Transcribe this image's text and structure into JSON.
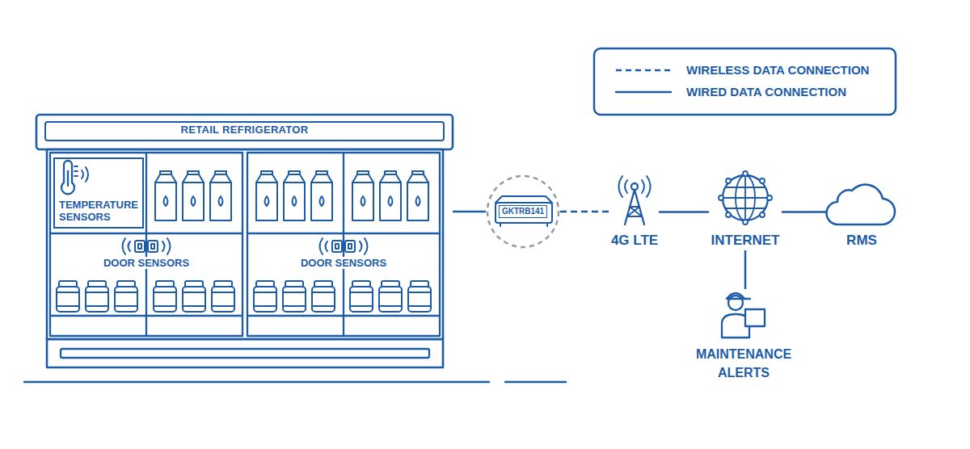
{
  "diagram": {
    "nodes": [
      {
        "text": [
          "RETAIL REFRIGERATOR"
        ]
      },
      {
        "text": [
          "TEMPERATURE SENSORS"
        ],
        "in": 0
      },
      {
        "text": [
          "GKTRB141"
        ]
      },
      {
        "text": [
          "4G LTE"
        ]
      },
      {
        "text": [
          "INTERNET"
        ]
      },
      {
        "text": [
          "RMS"
        ]
      },
      {
        "text": [
          "MAINTENANCE ALERTS"
        ]
      }
    ],
    "edges": [
      {
        "from": 0,
        "to": 2,
        "arrow": "none"
      },
      {
        "from": 2,
        "to": 3,
        "arrow": "none"
      },
      {
        "from": 3,
        "to": 4,
        "arrow": "none"
      },
      {
        "from": 4,
        "to": 5,
        "arrow": "none"
      },
      {
        "from": 4,
        "to": 6,
        "arrow": "none"
      }
    ],
    "labels": [
      "DOOR SENSORS",
      "DOOR SENSORS"
    ],
    "legend": [
      {
        "text": "WIRELESS DATA CONNECTION"
      },
      {
        "text": "WIRED DATA CONNECTION"
      }
    ]
  }
}
